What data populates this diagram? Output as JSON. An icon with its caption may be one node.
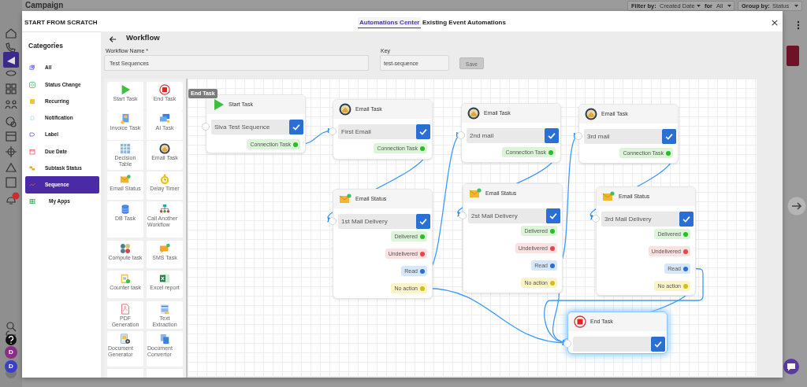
{
  "diagram": {
    "nodes": [
      {
        "text": [
          "Start Task",
          "Siva Test Sequence"
        ]
      },
      {
        "text": [
          "Connection Task"
        ],
        "in": 0
      },
      {
        "text": [
          "Email Task",
          "First Email"
        ]
      },
      {
        "text": [
          "Connection Task"
        ],
        "in": 2
      },
      {
        "text": [
          "Email Status",
          "1st Mail Delivery"
        ]
      },
      {
        "text": [
          "Delivered"
        ],
        "in": 4
      },
      {
        "text": [
          "Undelivered"
        ],
        "in": 4
      },
      {
        "text": [
          "Read"
        ],
        "in": 4
      },
      {
        "text": [
          "No action"
        ],
        "in": 4
      },
      {
        "text": [
          "Email Task",
          "2nd mail"
        ]
      },
      {
        "text": [
          "Connection Task"
        ],
        "in": 9
      },
      {
        "text": [
          "Email Status",
          "2st Mail Delivery"
        ]
      },
      {
        "text": [
          "Delivered"
        ],
        "in": 11
      },
      {
        "text": [
          "Undelivered"
        ],
        "in": 11
      },
      {
        "text": [
          "Read"
        ],
        "in": 11
      },
      {
        "text": [
          "No action"
        ],
        "in": 11
      },
      {
        "text": [
          "Email Task",
          "3rd mail"
        ]
      },
      {
        "text": [
          "Connection Task"
        ],
        "in": 16
      },
      {
        "text": [
          "Email Status",
          "3rd Mail Delivery"
        ]
      },
      {
        "text": [
          "Delivered"
        ],
        "in": 18
      },
      {
        "text": [
          "Undelivered"
        ],
        "in": 18
      },
      {
        "text": [
          "Read"
        ],
        "in": 18
      },
      {
        "text": [
          "No action"
        ],
        "in": 18
      },
      {
        "text": [
          "End Task"
        ]
      }
    ],
    "edges": [
      {
        "from": 1,
        "to": 2,
        "arrow": "to"
      },
      {
        "from": 3,
        "to": 4,
        "arrow": "to"
      },
      {
        "from": 7,
        "to": 9,
        "arrow": "to"
      },
      {
        "from": 8,
        "to": 23,
        "arrow": "to"
      },
      {
        "from": 10,
        "to": 11,
        "arrow": "to"
      },
      {
        "from": 14,
        "to": 16,
        "arrow": "to"
      },
      {
        "from": 15,
        "to": 23,
        "arrow": "to"
      },
      {
        "from": 17,
        "to": 18,
        "arrow": "to"
      },
      {
        "from": 21,
        "to": 23,
        "arrow": "to"
      },
      {
        "from": 22,
        "to": 23,
        "arrow": "to"
      }
    ],
    "labels": [
      "Campaign",
      "Filter by:",
      "Created Date",
      "for",
      "All",
      "Group by:",
      "Status",
      "START FROM SCRATCH",
      "Automations Center",
      "Existing Event Automations",
      "Categories",
      "All",
      "Status Change",
      "Recurring",
      "Notification",
      "Label",
      "Due Date",
      "Subtask Status",
      "Sequence",
      "My Apps",
      "Workflow",
      "Workflow Name *",
      "Test Sequences",
      "Key",
      "test-sequence",
      "Save",
      "Start Task",
      "End Task",
      "Invoice Task",
      "AI Task",
      "Decision Table",
      "Email Task",
      "Email Status",
      "Delay Timer",
      "DB Task",
      "Call Another Workflow",
      "Compute task",
      "SMS Task",
      "Counter task",
      "Excel report",
      "PDF Generation",
      "Text Extraction",
      "Document Generator",
      "Document Convertor",
      "End Task",
      "D",
      "D"
    ]
  }
}
